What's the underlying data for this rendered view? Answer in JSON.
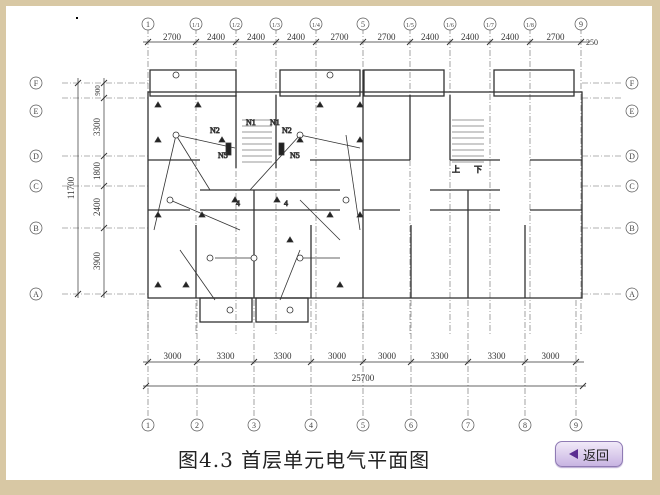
{
  "figure": {
    "caption": "图4.3  首层单元电气平面图",
    "back_button_label": "返回",
    "back_icon": "left-triangle-icon"
  },
  "axes": {
    "top_labels": [
      "1",
      "1/1",
      "1/2",
      "1/3",
      "1/4",
      "5",
      "1/5",
      "1/6",
      "1/7",
      "1/8",
      "9"
    ],
    "top_dimensions": [
      "2700",
      "2400",
      "2400",
      "2400",
      "2700",
      "2700",
      "2400",
      "2400",
      "2400",
      "2700"
    ],
    "top_extra_dimension": "250",
    "bottom_labels": [
      "1",
      "2",
      "3",
      "4",
      "5",
      "6",
      "7",
      "8",
      "9"
    ],
    "bottom_dimensions": [
      "3000",
      "3300",
      "3300",
      "3000",
      "3000",
      "3300",
      "3300",
      "3000"
    ],
    "bottom_total": "25700",
    "row_labels": [
      "F",
      "E",
      "D",
      "C",
      "B",
      "A"
    ],
    "left_dimensions": [
      "900",
      "3300",
      "1800",
      "2400",
      "3900"
    ],
    "left_total": "11700"
  },
  "annotations": {
    "circuit_labels": [
      "N2",
      "N5",
      "N2",
      "N5",
      "N1",
      "N1",
      "4",
      "4"
    ],
    "stair_labels": [
      "上",
      "下"
    ]
  }
}
